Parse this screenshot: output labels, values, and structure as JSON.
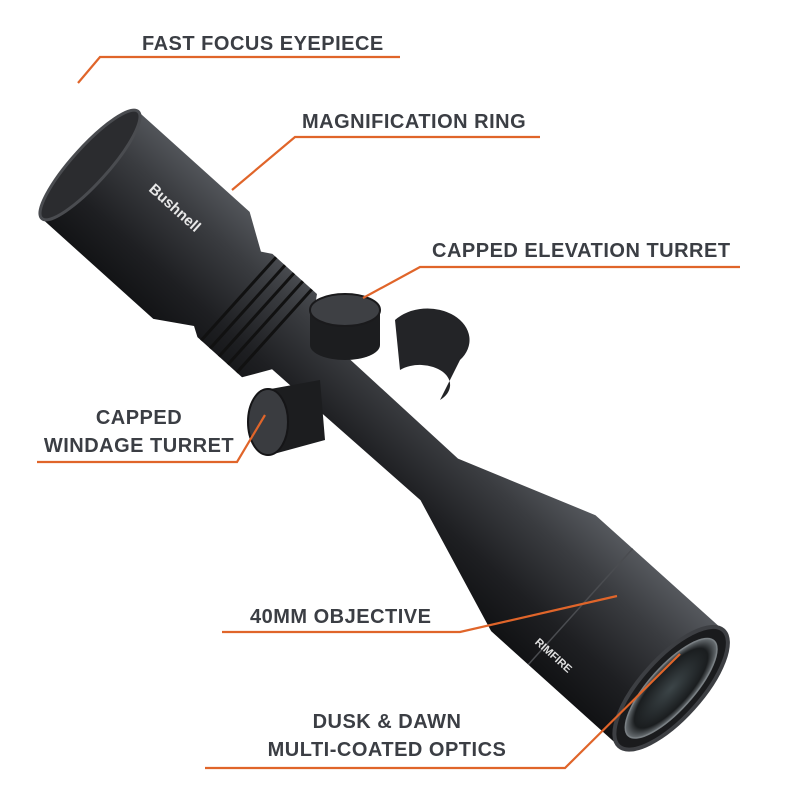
{
  "callouts": [
    {
      "id": "eyepiece",
      "label": "FAST FOCUS EYEPIECE"
    },
    {
      "id": "magnification",
      "label": "MAGNIFICATION RING"
    },
    {
      "id": "elevation",
      "label": "CAPPED ELEVATION TURRET"
    },
    {
      "id": "windage",
      "line1": "CAPPED",
      "line2": "WINDAGE TURRET"
    },
    {
      "id": "objective",
      "label": "40MM OBJECTIVE"
    },
    {
      "id": "optics",
      "line1": "DUSK & DAWN",
      "line2": "MULTI-COATED OPTICS"
    }
  ],
  "product": {
    "brand": "Bushnell",
    "model_marking": "RIMFIRE"
  },
  "colors": {
    "accent": "#e0652a",
    "text": "#3b3e44",
    "scope": "#2a2b2e"
  }
}
